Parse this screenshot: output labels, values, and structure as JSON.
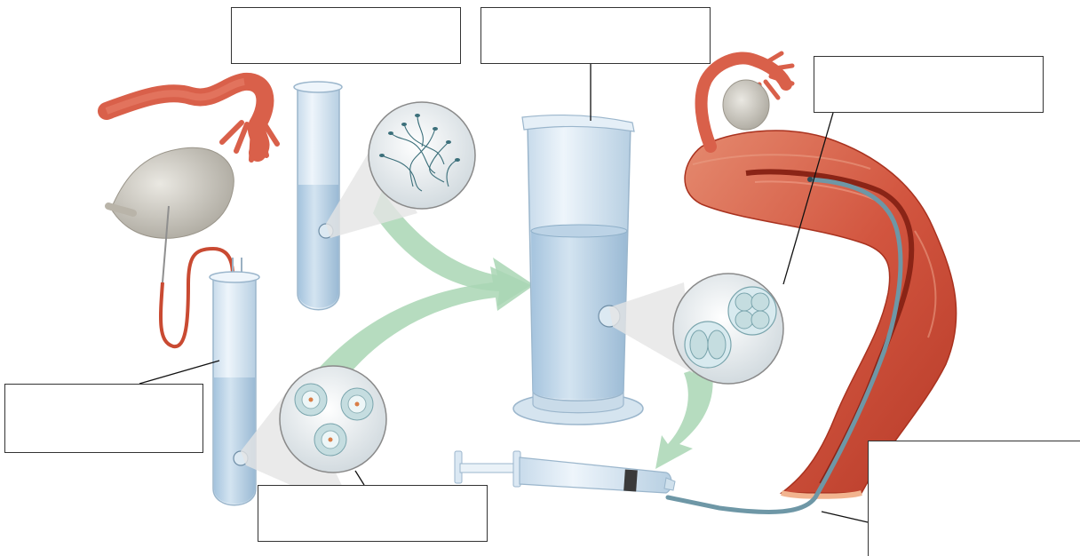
{
  "figure": {
    "labels": [
      {
        "id": "box-top-left",
        "text": ""
      },
      {
        "id": "box-top-mid",
        "text": ""
      },
      {
        "id": "box-top-right",
        "text": ""
      },
      {
        "id": "box-left",
        "text": ""
      },
      {
        "id": "box-bottom-mid",
        "text": ""
      },
      {
        "id": "box-bottom-right",
        "text": ""
      }
    ],
    "colors": {
      "tissue": "#d9604a",
      "tissue_dark": "#b83a2a",
      "tissue_light": "#e8806a",
      "ovary": "#c9c6be",
      "fluid": "#a9c8e0",
      "glass": "#dbe8f3",
      "arrow": "#a9d6b4",
      "catheter": "#6e97a6",
      "cell": "#c5dde0"
    }
  }
}
